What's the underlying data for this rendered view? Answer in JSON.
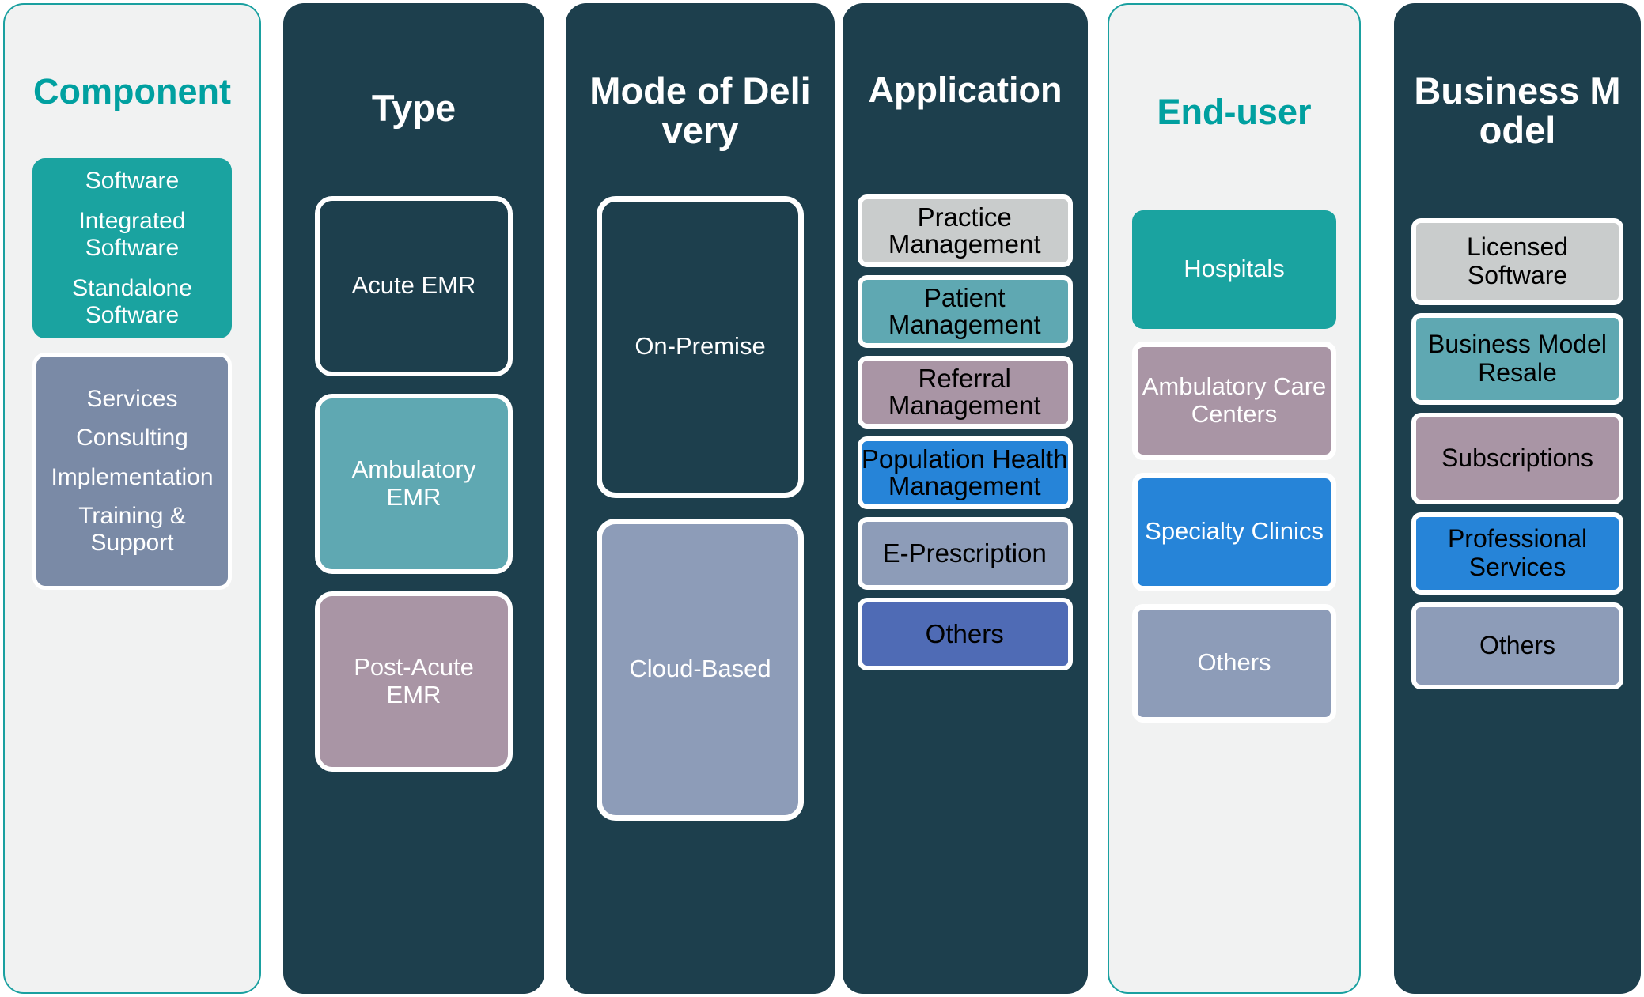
{
  "diagram": {
    "type": "segmentation-category-columns",
    "columns": [
      {
        "id": "component",
        "title": "Component",
        "theme": "light",
        "title_color": "#00a0a0",
        "items": [
          {
            "id": "software",
            "lines": [
              "Software",
              "Integrated Software",
              "Standalone Software"
            ],
            "color": "#1aa3a0",
            "text_color": "#ffffff"
          },
          {
            "id": "services",
            "lines": [
              "Services",
              "Consulting",
              "Implementation",
              "Training & Support"
            ],
            "color": "#7a8aa6",
            "text_color": "#ffffff"
          }
        ]
      },
      {
        "id": "type",
        "title": "Type",
        "theme": "dark",
        "title_color": "#ffffff",
        "items": [
          {
            "id": "acute-emr",
            "label": "Acute EMR",
            "color": "#1d3f4d",
            "text_color": "#ffffff"
          },
          {
            "id": "ambulatory-emr",
            "label": "Ambulatory EMR",
            "color": "#5fa8b2",
            "text_color": "#ffffff"
          },
          {
            "id": "post-acute-emr",
            "label": "Post-Acute EMR",
            "color": "#a995a5",
            "text_color": "#ffffff"
          }
        ]
      },
      {
        "id": "mode-of-delivery",
        "title": "Mode of Delivery",
        "theme": "dark",
        "title_color": "#ffffff",
        "items": [
          {
            "id": "on-premise",
            "label": "On-Premise",
            "color": "#1d3f4d",
            "text_color": "#ffffff"
          },
          {
            "id": "cloud-based",
            "label": "Cloud-Based",
            "color": "#8d9cb8",
            "text_color": "#ffffff"
          }
        ]
      },
      {
        "id": "application",
        "title": "Application",
        "theme": "dark",
        "title_color": "#ffffff",
        "items": [
          {
            "id": "practice-management",
            "label": "Practice Management",
            "color": "#c9cccc",
            "text_color": "#000000"
          },
          {
            "id": "patient-management",
            "label": "Patient Management",
            "color": "#5fa8b2",
            "text_color": "#000000"
          },
          {
            "id": "referral-management",
            "label": "Referral Management",
            "color": "#a995a5",
            "text_color": "#000000"
          },
          {
            "id": "population-health-management",
            "label": "Population Health Management",
            "color": "#2684d8",
            "text_color": "#000000"
          },
          {
            "id": "e-prescription",
            "label": "E-Prescription",
            "color": "#8d9cb8",
            "text_color": "#000000"
          },
          {
            "id": "others",
            "label": "Others",
            "color": "#4f6bb5",
            "text_color": "#000000"
          }
        ]
      },
      {
        "id": "end-user",
        "title": "End-user",
        "theme": "light",
        "title_color": "#00a0a0",
        "items": [
          {
            "id": "hospitals",
            "label": "Hospitals",
            "color": "#1aa3a0",
            "text_color": "#ffffff"
          },
          {
            "id": "ambulatory-care-centers",
            "label": "Ambulatory Care Centers",
            "color": "#a995a5",
            "text_color": "#ffffff"
          },
          {
            "id": "specialty-clinics",
            "label": "Specialty Clinics",
            "color": "#2684d8",
            "text_color": "#ffffff"
          },
          {
            "id": "others",
            "label": "Others",
            "color": "#8d9cb8",
            "text_color": "#ffffff"
          }
        ]
      },
      {
        "id": "business-model",
        "title": "Business Model",
        "theme": "dark",
        "title_color": "#ffffff",
        "items": [
          {
            "id": "licensed-software",
            "label": "Licensed Software",
            "color": "#c9cccc",
            "text_color": "#000000"
          },
          {
            "id": "business-model-resale",
            "label": "Business Model Resale",
            "color": "#5fa8b2",
            "text_color": "#000000"
          },
          {
            "id": "subscriptions",
            "label": "Subscriptions",
            "color": "#a995a5",
            "text_color": "#000000"
          },
          {
            "id": "professional-services",
            "label": "Professional Services",
            "color": "#2684d8",
            "text_color": "#000000"
          },
          {
            "id": "others",
            "label": "Others",
            "color": "#8d9cb8",
            "text_color": "#000000"
          }
        ]
      }
    ],
    "palette": {
      "dark_panel": "#1d3f4d",
      "light_panel": "#f1f2f2",
      "accent_teal": "#1aa3a0",
      "heading_teal": "#00a0a0",
      "mid_teal": "#5fa8b2",
      "mauve": "#a995a5",
      "slate_blue": "#8d9cb8",
      "bright_blue": "#2684d8",
      "indigo": "#4f6bb5",
      "grey_chip": "#c9cccc",
      "grey_blue": "#7a8aa6",
      "pale_green_border": "#e6eada"
    }
  }
}
